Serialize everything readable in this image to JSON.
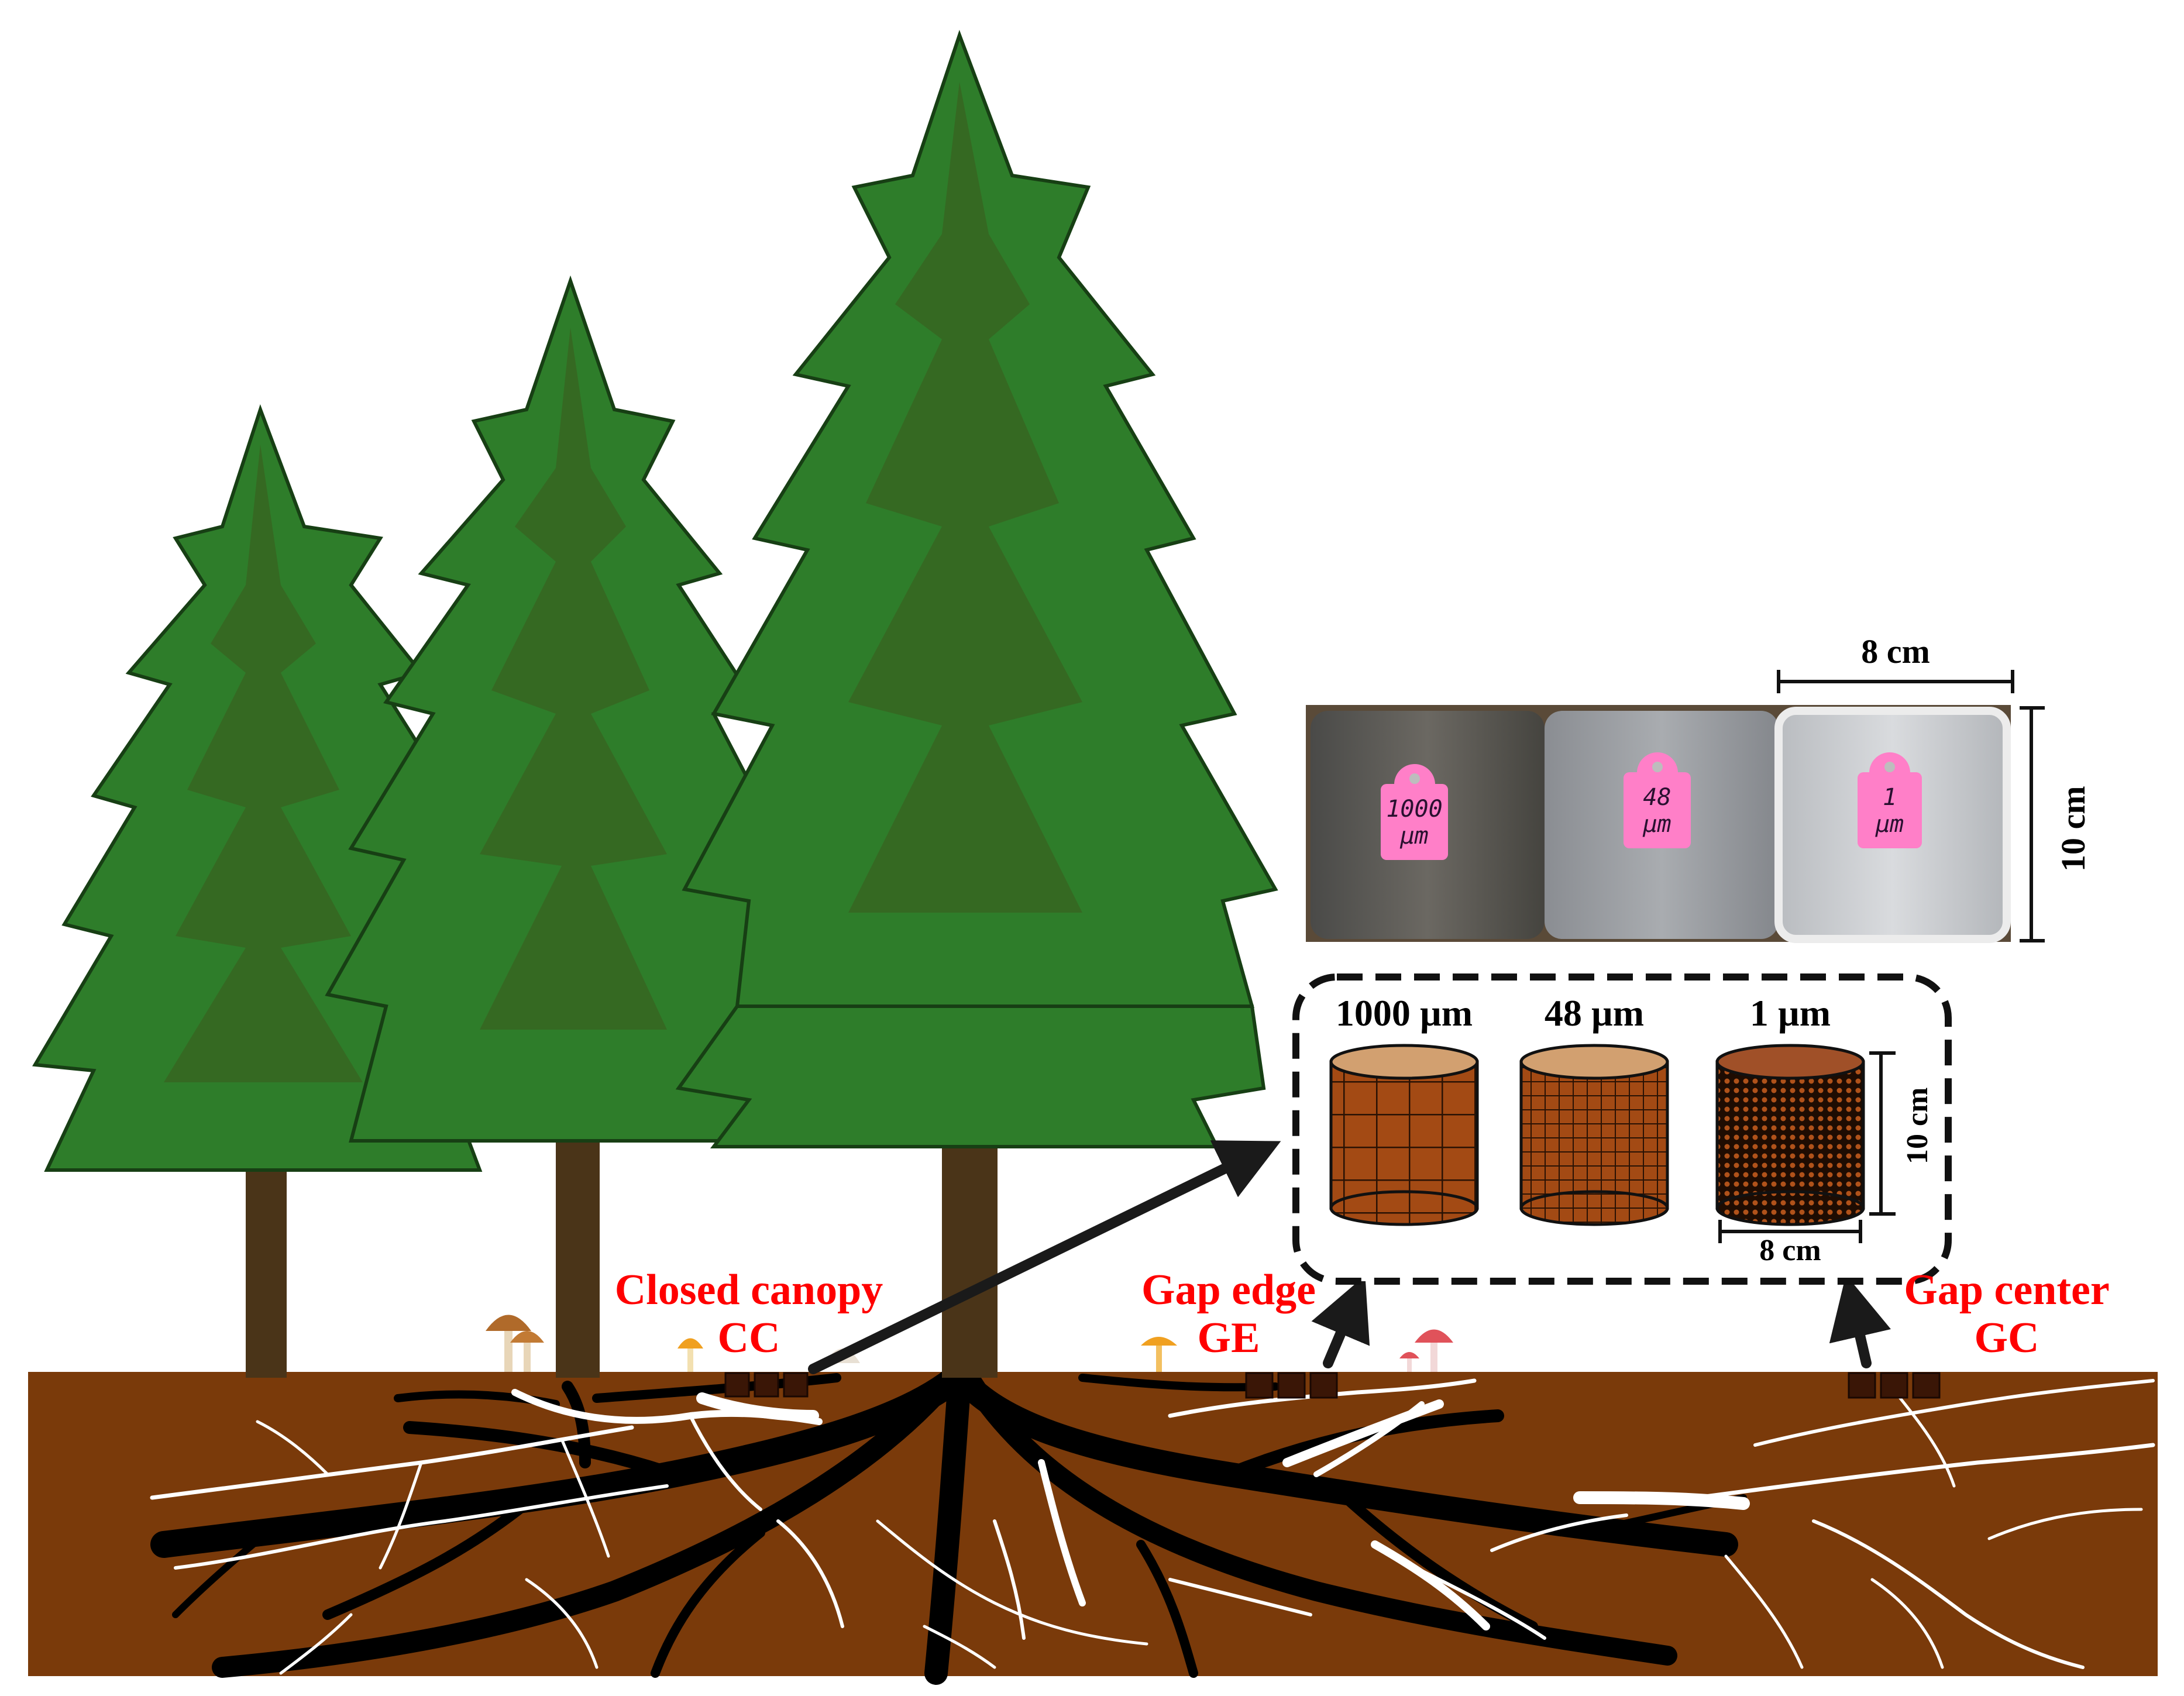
{
  "sites": [
    {
      "name": "Closed canopy",
      "code": "CC"
    },
    {
      "name": "Gap edge",
      "code": "GE"
    },
    {
      "name": "Gap center",
      "code": "GC"
    }
  ],
  "mesh_bags": [
    {
      "label": "1000 µm",
      "tag": "1000\nµm"
    },
    {
      "label": "48 µm",
      "tag": "48\nµm"
    },
    {
      "label": "1 µm",
      "tag": "1\nµm"
    }
  ],
  "dimensions": {
    "width": "8 cm",
    "height": "10 cm"
  },
  "colors": {
    "soil": "#7a3a0a",
    "foliage": "#2e7d2a",
    "trunk": "#4a3418",
    "site_label": "#ff0000",
    "roots": "#000000",
    "hyphae": "#ffffff"
  }
}
